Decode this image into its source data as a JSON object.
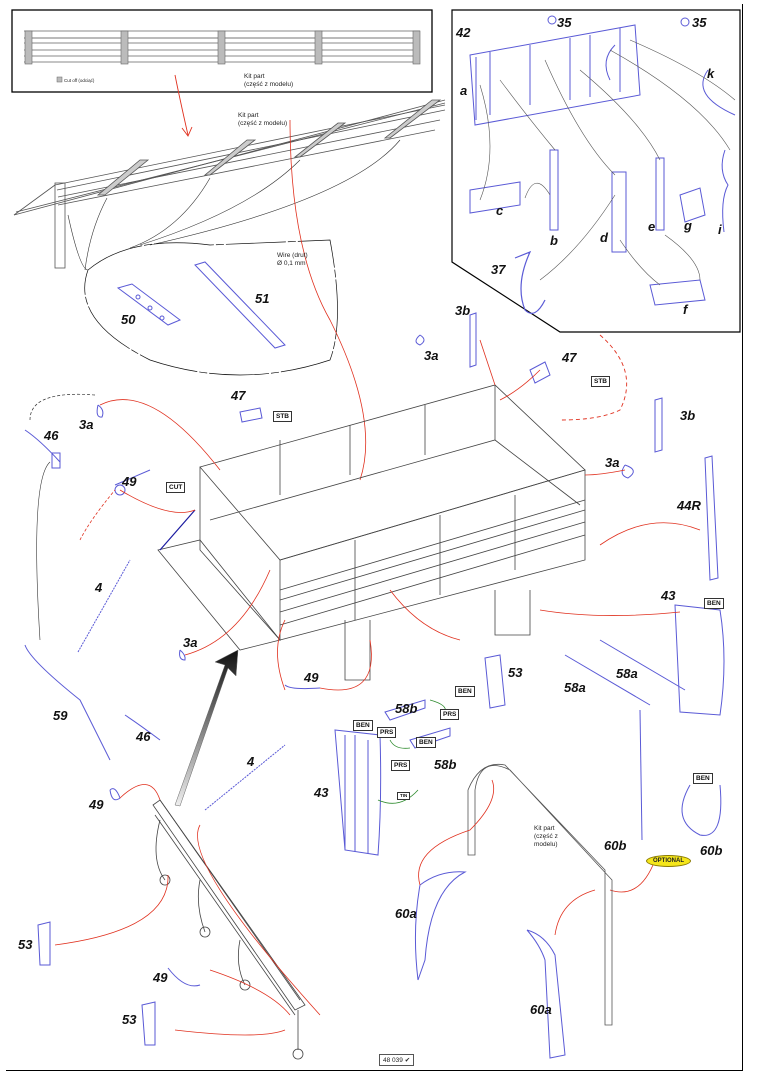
{
  "sheet": {
    "number": "48 039",
    "number_mark": "✔",
    "colors": {
      "etched_part": "#5a5ad6",
      "kit_part": "#555555",
      "red_leader": "#e0301e",
      "green_leader": "#2e8b2e",
      "optional_fill": "#f5e61a"
    }
  },
  "inset_top_left": {
    "kit_part_note": [
      "Kit part",
      "(część z modelu)"
    ],
    "legend_cut_off": "Cut off (odciąć)"
  },
  "inset_top_right": {
    "labels": [
      "42",
      "35",
      "35",
      "a",
      "k",
      "c",
      "b",
      "d",
      "e",
      "g",
      "i",
      "37",
      "f"
    ]
  },
  "side_rail_assembly": {
    "kit_part_note": [
      "Kit part",
      "(część z modelu)"
    ],
    "wire_note": [
      "Wire (drut)",
      "Ø 0,1 mm"
    ],
    "labels": [
      "50",
      "51"
    ]
  },
  "part_labels": {
    "p3a_1": "3a",
    "p3a_2": "3a",
    "p3a_3": "3a",
    "p3a_4": "3a",
    "p3b_1": "3b",
    "p3b_2": "3b",
    "p46_1": "46",
    "p46_2": "46",
    "p47_1": "47",
    "p47_2": "47",
    "p49_1": "49",
    "p49_2": "49",
    "p49_3": "49",
    "p49_4": "49",
    "p4_1": "4",
    "p4_2": "4",
    "p59": "59",
    "p44R": "44R",
    "p43_1": "43",
    "p43_2": "43",
    "p53_1": "53",
    "p53_2": "53",
    "p53_3": "53",
    "p58a_1": "58a",
    "p58a_2": "58a",
    "p58b_1": "58b",
    "p58b_2": "58b",
    "p60a_1": "60a",
    "p60a_2": "60a",
    "p60b_1": "60b",
    "p60b_2": "60b"
  },
  "tags": {
    "stb": "STB",
    "cut": "CUT",
    "ben": "BEN",
    "prs": "PRS",
    "tin": "TIN",
    "optional": "OPTIONAL"
  },
  "arch_note": [
    "Kit part",
    "(część z",
    "modelu)"
  ]
}
